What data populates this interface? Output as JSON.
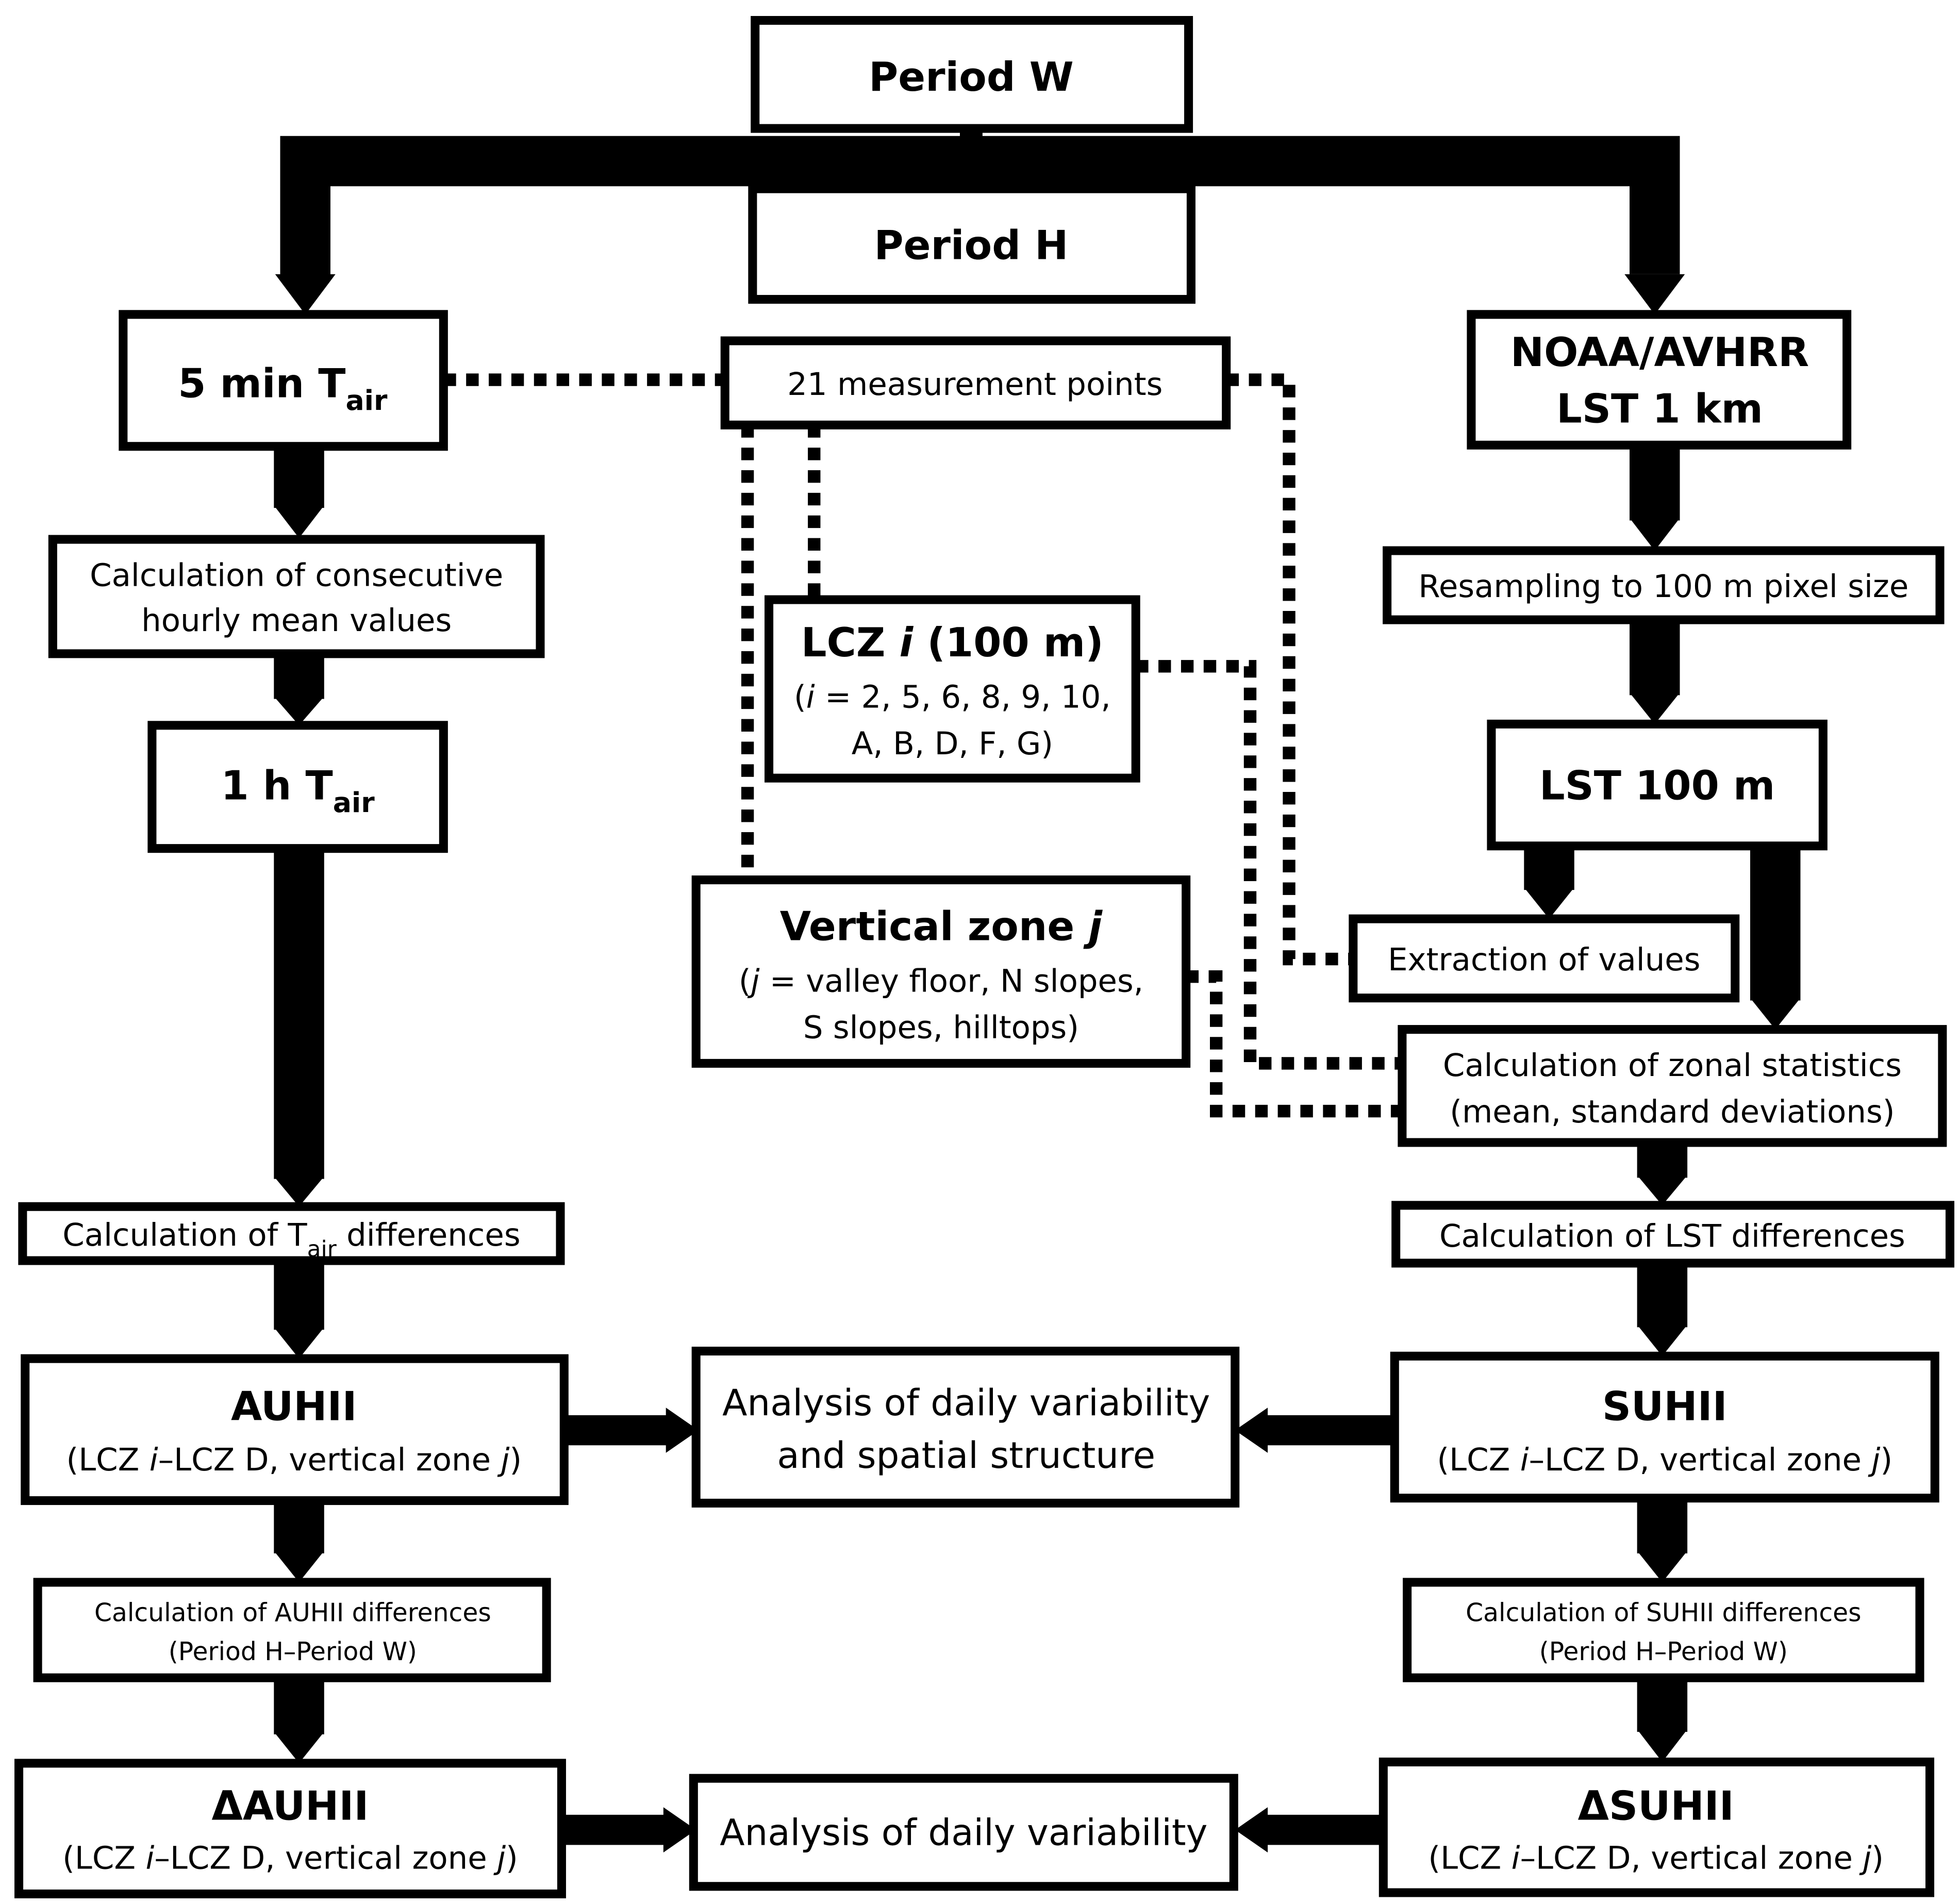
{
  "nodes": {
    "period_w": {
      "label": "Period W"
    },
    "period_h": {
      "label": "Period H"
    },
    "tair_5min": {
      "pre": "5 min T",
      "sub": "air"
    },
    "measurement_points": {
      "label": "21 measurement points"
    },
    "noaa": {
      "line1": "NOAA/AVHRR",
      "line2": "LST 1 km"
    },
    "hourly_mean": {
      "line1": "Calculation of consecutive",
      "line2": "hourly mean values"
    },
    "resampling": {
      "label": "Resampling to 100 m pixel size"
    },
    "lcz": {
      "title_pre": "LCZ ",
      "title_i": "i",
      "title_post": " (100 m)",
      "line2_open": "(",
      "line2_i": "i",
      "line2_post": " = 2, 5, 6, 8, 9, 10,",
      "line3": "A, B, D, F, G)"
    },
    "tair_1h": {
      "pre": "1 h T",
      "sub": "air"
    },
    "lst_100m": {
      "label": "LST 100 m"
    },
    "vertical_zone": {
      "title_pre": "Vertical zone ",
      "title_j": "j",
      "line2_open": "(",
      "line2_j": "j",
      "line2_post": " = valley floor, N slopes,",
      "line3": "S slopes, hilltops)"
    },
    "extraction": {
      "label": "Extraction of values"
    },
    "zonal_stats": {
      "line1": "Calculation of zonal statistics",
      "line2": "(mean, standard deviations)"
    },
    "tair_diff": {
      "pre": "Calculation of T",
      "sub": "air",
      "post": " differences"
    },
    "lst_diff": {
      "label": "Calculation of LST differences"
    },
    "auhii": {
      "title": "AUHII",
      "sub_a": "(LCZ ",
      "sub_i": "i",
      "sub_b": "–LCZ D, vertical zone ",
      "sub_j": "j",
      "sub_c": ")"
    },
    "analysis_spatial": {
      "line1": "Analysis of daily variability",
      "line2": "and spatial structure"
    },
    "suhii": {
      "title": "SUHII",
      "sub_a": "(LCZ ",
      "sub_i": "i",
      "sub_b": "–LCZ D, vertical zone ",
      "sub_j": "j",
      "sub_c": ")"
    },
    "auhii_diff": {
      "line1": "Calculation of AUHII differences",
      "line2": "(Period H–Period W)"
    },
    "suhii_diff": {
      "line1": "Calculation of SUHII differences",
      "line2": "(Period H–Period W)"
    },
    "delta_auhii": {
      "title": "ΔAUHII",
      "sub_a": "(LCZ ",
      "sub_i": "i",
      "sub_b": "–LCZ D, vertical zone ",
      "sub_j": "j",
      "sub_c": ")"
    },
    "analysis_daily": {
      "label": "Analysis of daily variability"
    },
    "delta_suhii": {
      "title": "ΔSUHII",
      "sub_a": "(LCZ ",
      "sub_i": "i",
      "sub_b": "–LCZ D, vertical zone ",
      "sub_j": "j",
      "sub_c": ")"
    }
  },
  "edges": [
    {
      "from": "period_w",
      "to": "tair_5min",
      "style": "solid-arrow"
    },
    {
      "from": "period_w",
      "to": "noaa",
      "style": "solid-arrow"
    },
    {
      "from": "period_w",
      "to": "period_h",
      "style": "solid-line"
    },
    {
      "from": "tair_5min",
      "to": "measurement_points",
      "style": "dotted"
    },
    {
      "from": "measurement_points",
      "to": "lcz",
      "style": "dotted"
    },
    {
      "from": "measurement_points",
      "to": "vertical_zone",
      "style": "dotted"
    },
    {
      "from": "measurement_points",
      "to": "extraction",
      "style": "dotted"
    },
    {
      "from": "lcz",
      "to": "zonal_stats",
      "style": "dotted"
    },
    {
      "from": "vertical_zone",
      "to": "zonal_stats",
      "style": "dotted"
    },
    {
      "from": "tair_5min",
      "to": "hourly_mean",
      "style": "solid-arrow"
    },
    {
      "from": "hourly_mean",
      "to": "tair_1h",
      "style": "solid-arrow"
    },
    {
      "from": "tair_1h",
      "to": "tair_diff",
      "style": "solid-arrow"
    },
    {
      "from": "tair_diff",
      "to": "auhii",
      "style": "solid-arrow"
    },
    {
      "from": "auhii",
      "to": "auhii_diff",
      "style": "solid-arrow"
    },
    {
      "from": "auhii_diff",
      "to": "delta_auhii",
      "style": "solid-arrow"
    },
    {
      "from": "noaa",
      "to": "resampling",
      "style": "solid-arrow"
    },
    {
      "from": "resampling",
      "to": "lst_100m",
      "style": "solid-arrow"
    },
    {
      "from": "lst_100m",
      "to": "extraction",
      "style": "solid-arrow"
    },
    {
      "from": "lst_100m",
      "to": "zonal_stats",
      "style": "solid-arrow"
    },
    {
      "from": "zonal_stats",
      "to": "lst_diff",
      "style": "solid-arrow"
    },
    {
      "from": "lst_diff",
      "to": "suhii",
      "style": "solid-arrow"
    },
    {
      "from": "suhii",
      "to": "suhii_diff",
      "style": "solid-arrow"
    },
    {
      "from": "suhii_diff",
      "to": "delta_suhii",
      "style": "solid-arrow"
    },
    {
      "from": "auhii",
      "to": "analysis_spatial",
      "style": "solid-arrow"
    },
    {
      "from": "suhii",
      "to": "analysis_spatial",
      "style": "solid-arrow"
    },
    {
      "from": "delta_auhii",
      "to": "analysis_daily",
      "style": "solid-arrow"
    },
    {
      "from": "delta_suhii",
      "to": "analysis_daily",
      "style": "solid-arrow"
    }
  ]
}
